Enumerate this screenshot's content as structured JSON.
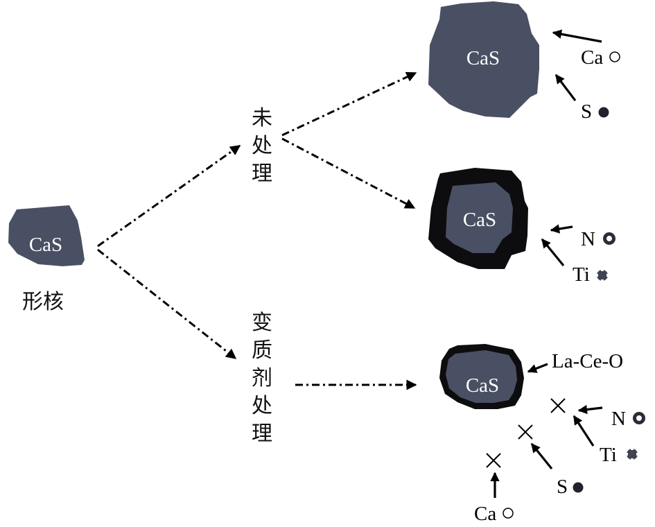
{
  "diagram": {
    "type": "process-flow",
    "nucleus": {
      "particle_label": "CaS",
      "caption": "形核"
    },
    "branches": [
      {
        "label_chars": [
          "未",
          "处",
          "理"
        ],
        "label": "未处理",
        "outcomes": [
          {
            "particle_label": "CaS",
            "description": "CaS particle grows by adsorbing Ca and S",
            "incoming": [
              {
                "element": "Ca",
                "symbol": "○",
                "symbol_name": "hollow-circle"
              },
              {
                "element": "S",
                "symbol": "●",
                "symbol_name": "filled-circle"
              }
            ]
          },
          {
            "particle_label": "CaS",
            "description": "CaS core wrapped by a thick black shell from N and Ti",
            "incoming": [
              {
                "element": "N",
                "symbol": "O",
                "symbol_name": "thick-ring"
              },
              {
                "element": "Ti",
                "symbol": "✤",
                "symbol_name": "notched-disc"
              }
            ]
          }
        ]
      },
      {
        "label_chars": [
          "变",
          "质",
          "剂",
          "处",
          "理"
        ],
        "label": "变质剂处理",
        "outcomes": [
          {
            "particle_label": "CaS",
            "shell_label": "La-Ce-O",
            "description": "CaS wrapped by La-Ce-O layer; further adsorption blocked",
            "blocked_mark": "×",
            "incoming": [
              {
                "element": "N",
                "symbol": "O",
                "symbol_name": "thick-ring",
                "blocked": true
              },
              {
                "element": "Ti",
                "symbol": "✤",
                "symbol_name": "notched-disc",
                "blocked": true
              },
              {
                "element": "S",
                "symbol": "●",
                "symbol_name": "filled-circle",
                "blocked": true
              },
              {
                "element": "Ca",
                "symbol": "○",
                "symbol_name": "hollow-circle",
                "blocked": true
              }
            ]
          }
        ]
      }
    ],
    "colors": {
      "particle": "#4a5063",
      "shell": "#0d0d0f",
      "line": "#000000",
      "background": "#ffffff"
    }
  }
}
